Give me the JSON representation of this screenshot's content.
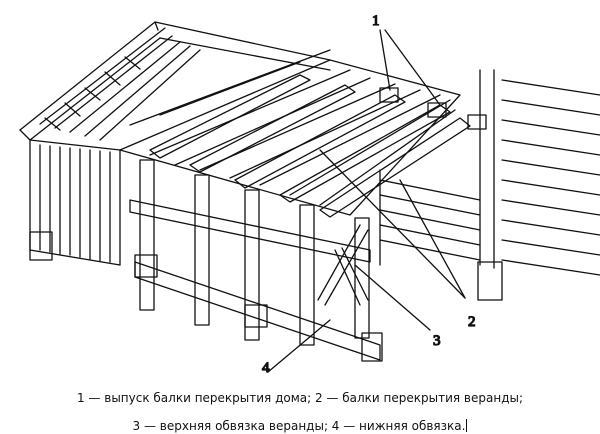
{
  "figure": {
    "callouts": [
      {
        "id": "1",
        "label": "1"
      },
      {
        "id": "2",
        "label": "2"
      },
      {
        "id": "3",
        "label": "3"
      },
      {
        "id": "4",
        "label": "4"
      }
    ]
  },
  "caption": {
    "line1": "1 — выпуск балки перекрытия дома; 2 — балки перекрытия веранды;",
    "line2": "3 — верхняя обвязка веранды; 4 — нижняя обвязка."
  }
}
